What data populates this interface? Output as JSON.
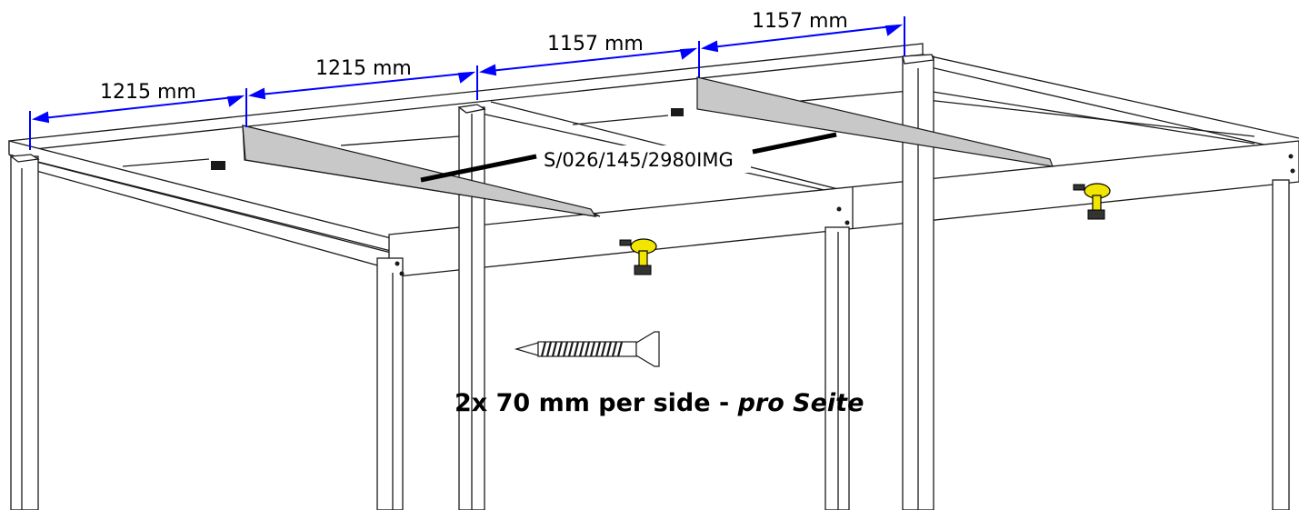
{
  "dimensions": [
    "1215 mm",
    "1215 mm",
    "1157 mm",
    "1157 mm"
  ],
  "part_label": "S/026/145/2980IMG",
  "caption": {
    "main": "2x 70 mm per side - ",
    "italic": "pro Seite"
  },
  "colors": {
    "dimension_line": "#0000ff",
    "rafter_fill": "#c8c8c8",
    "drill_body": "#f2e600",
    "outline": "#1a1a1a"
  },
  "icons": [
    "drill-icon",
    "screw-icon"
  ]
}
